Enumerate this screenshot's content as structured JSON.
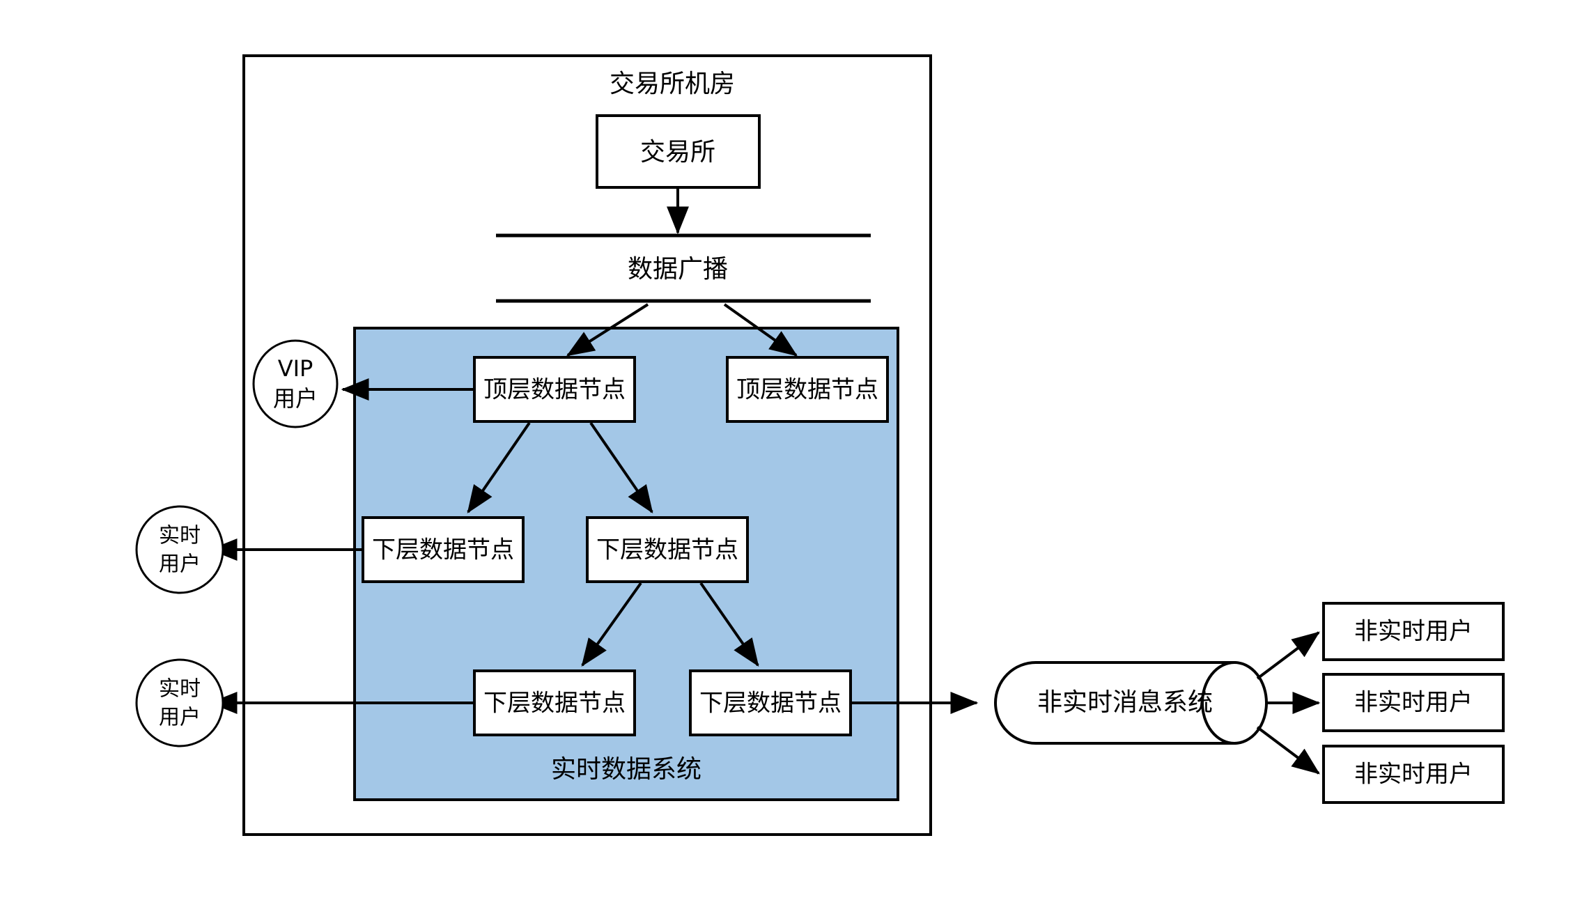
{
  "diagram": {
    "title": "交易所机房",
    "colors": {
      "realtime_system_fill": "#a3c7e7",
      "node_fill": "#ffffff",
      "stroke": "#000000",
      "background": "#ffffff"
    },
    "exchange_room": {
      "label": "交易所机房"
    },
    "exchange": {
      "label": "交易所"
    },
    "broadcast": {
      "label": "数据广播"
    },
    "realtime_system": {
      "label": "实时数据系统"
    },
    "nodes": {
      "top_left": "顶层数据节点",
      "top_right": "顶层数据节点",
      "mid_left": "下层数据节点",
      "mid_right": "下层数据节点",
      "bottom_left": "下层数据节点",
      "bottom_right": "下层数据节点"
    },
    "users": {
      "vip_line1": "VIP",
      "vip_line2": "用户",
      "realtime_a_line1": "实时",
      "realtime_a_line2": "用户",
      "realtime_b_line1": "实时",
      "realtime_b_line2": "用户"
    },
    "message_system": {
      "label": "非实时消息系统"
    },
    "nonrealtime_users": [
      {
        "label": "非实时用户"
      },
      {
        "label": "非实时用户"
      },
      {
        "label": "非实时用户"
      }
    ]
  }
}
